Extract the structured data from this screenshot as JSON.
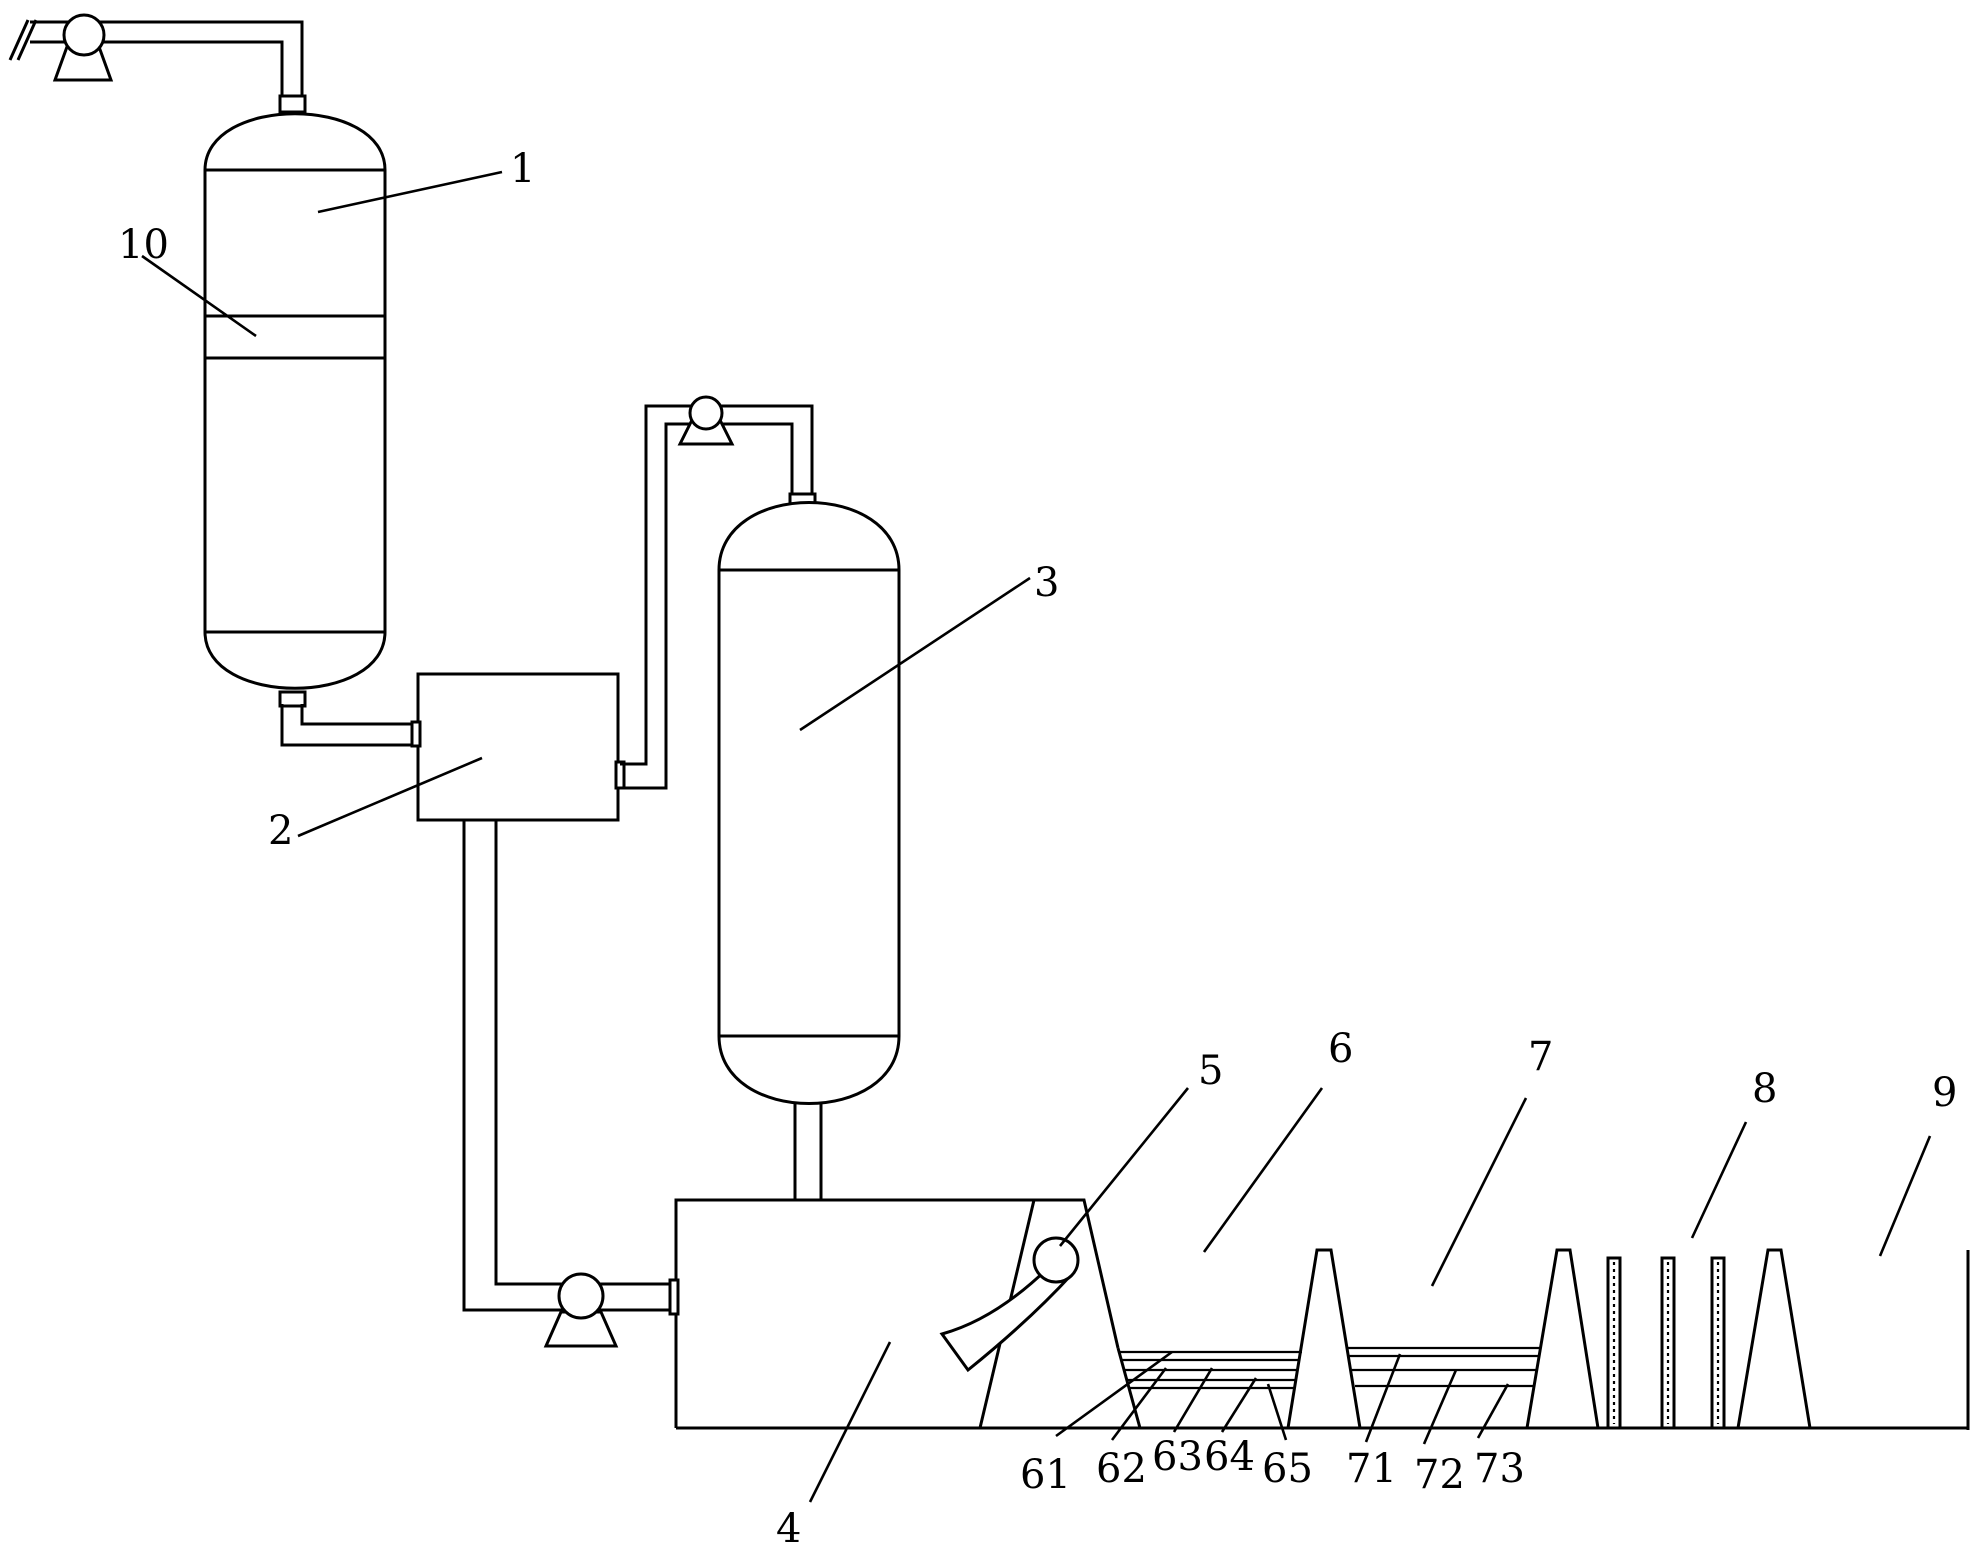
{
  "labels": {
    "l1": "1",
    "l2": "2",
    "l3": "3",
    "l4": "4",
    "l5": "5",
    "l6": "6",
    "l7": "7",
    "l8": "8",
    "l9": "9",
    "l10": "10",
    "l61": "61",
    "l62": "62",
    "l63": "63",
    "l64": "64",
    "l65": "65",
    "l71": "71",
    "l72": "72",
    "l73": "73"
  }
}
